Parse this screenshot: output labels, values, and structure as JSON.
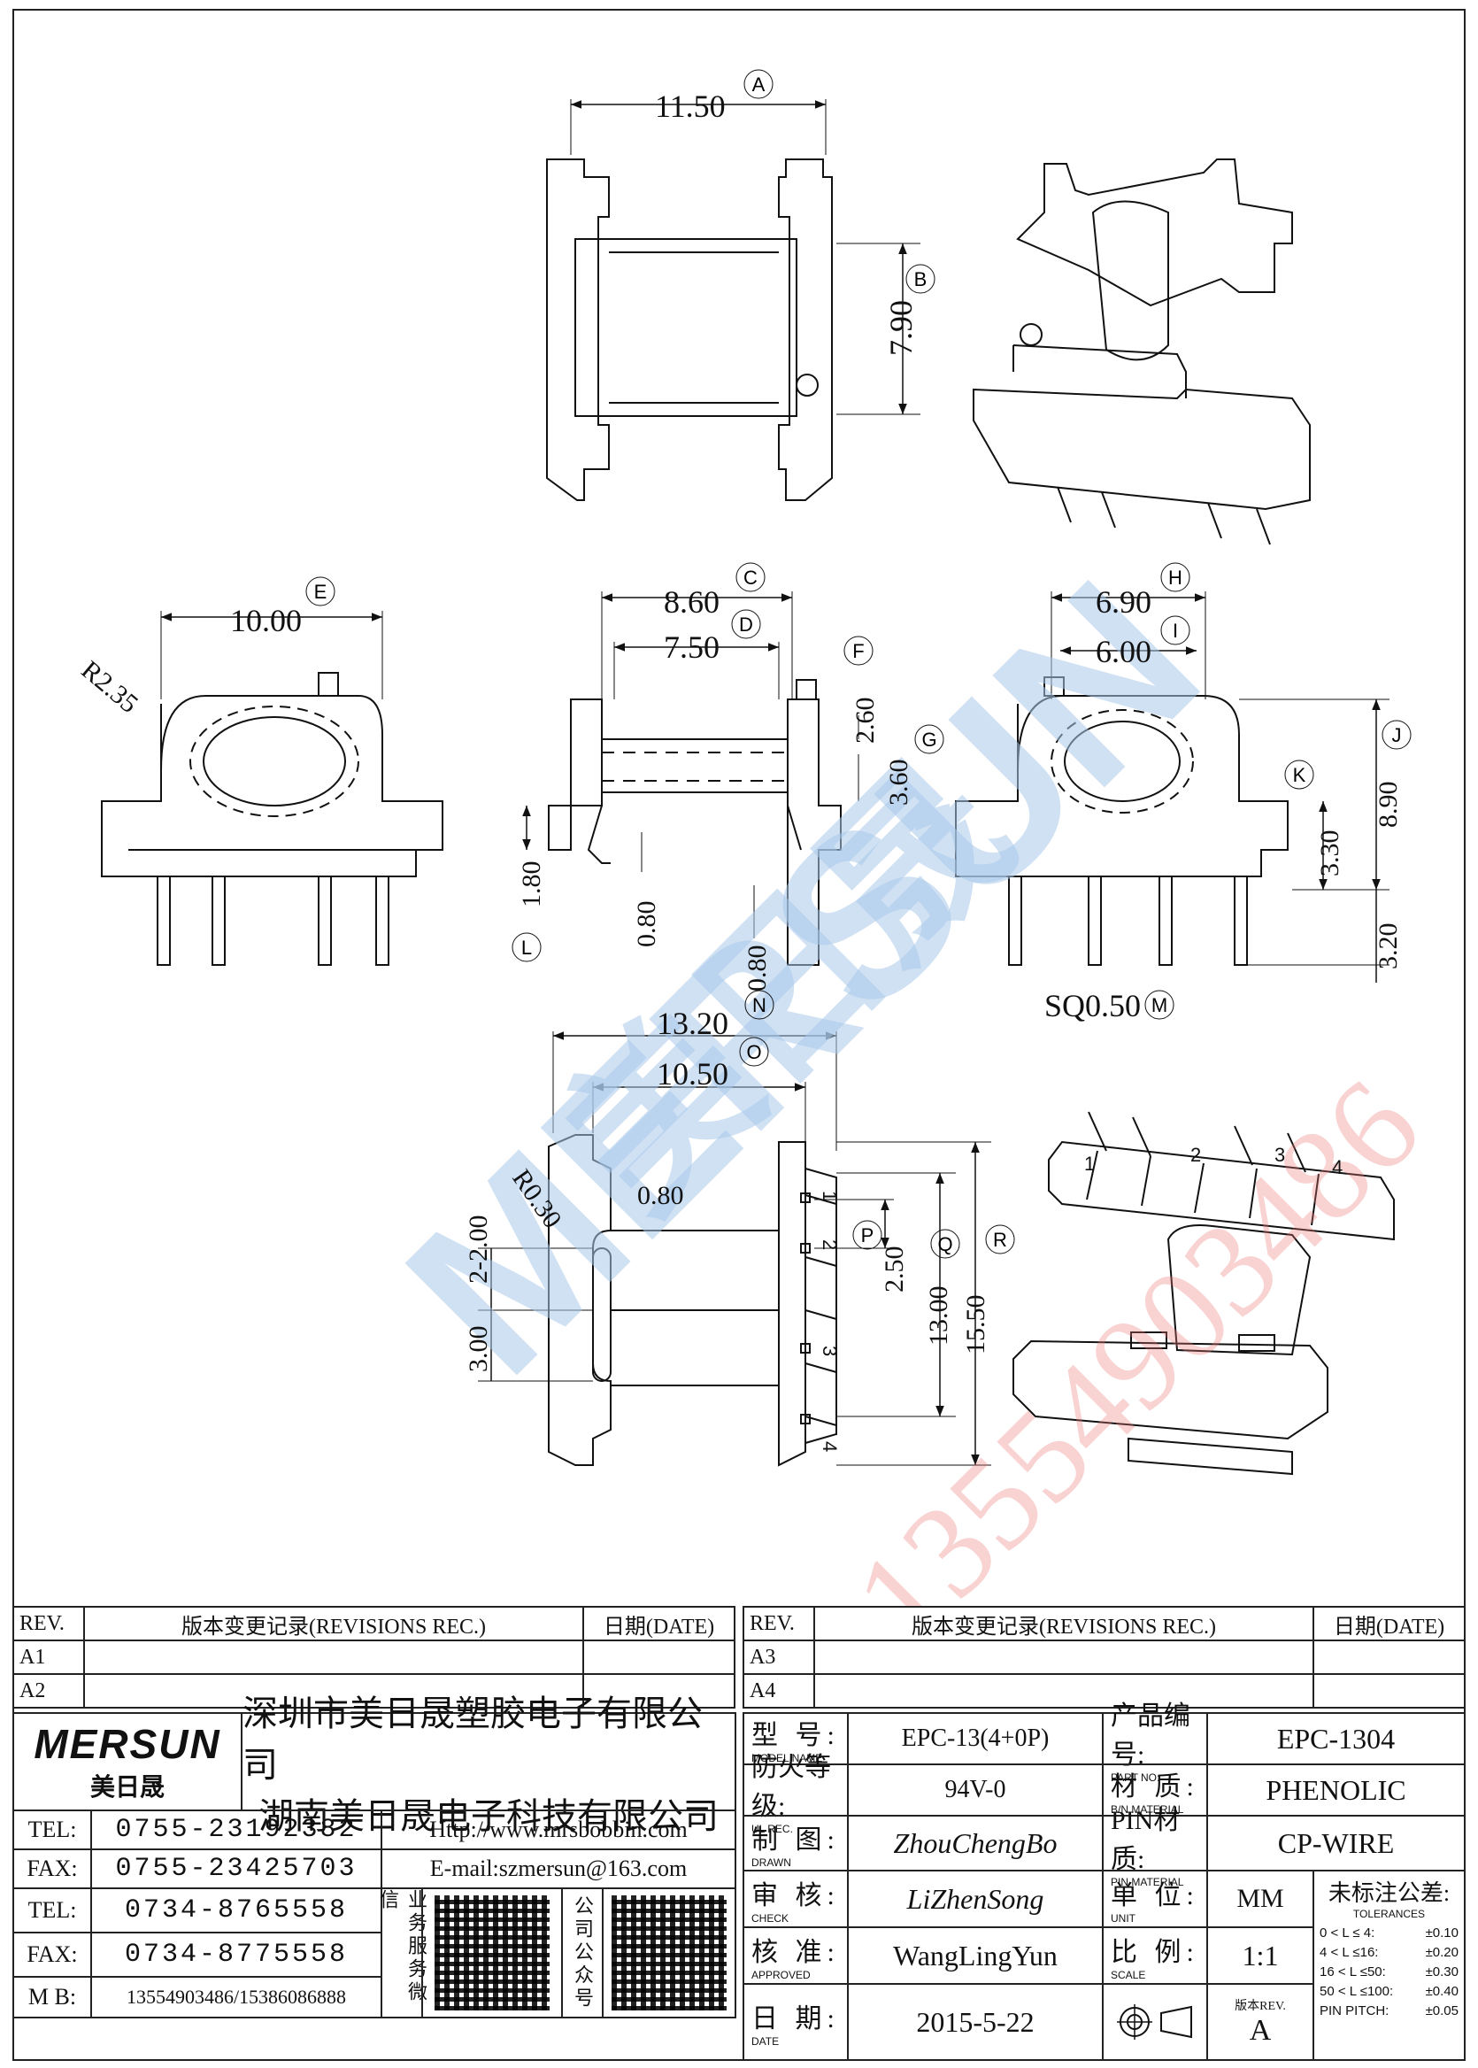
{
  "dimensions": {
    "A": "11.50",
    "B": "7.90",
    "C": "8.60",
    "D": "7.50",
    "E": "10.00",
    "F": "2.60",
    "G": "3.60",
    "H": "6.90",
    "I": "6.00",
    "J": "8.90",
    "K": "3.30",
    "L": "1.80",
    "M": "SQ0.50",
    "N": "0.80",
    "O": "10.50",
    "P": "2.50",
    "Q": "13.00",
    "R": "15.50",
    "top_width": "13.20",
    "radius1": "R2.35",
    "radius2": "R0.30",
    "pin_offset": "0.80",
    "low_080": "0.80",
    "pin_len": "3.20",
    "pitch_a": "2-2.00",
    "pitch_b": "3.00"
  },
  "letters": {
    "A": "A",
    "B": "B",
    "C": "C",
    "D": "D",
    "E": "E",
    "F": "F",
    "G": "G",
    "H": "H",
    "I": "I",
    "J": "J",
    "K": "K",
    "L": "L",
    "M": "M",
    "N": "N",
    "O": "O",
    "P": "P",
    "Q": "Q",
    "R": "R"
  },
  "pins": [
    "1",
    "2",
    "3",
    "4"
  ],
  "watermark": {
    "brand": "MERSUN",
    "brand_cn": "美日晟",
    "phone": "13554903486"
  },
  "revisions_left": {
    "h_rev": "REV.",
    "h_rec": "版本变更记录(REVISIONS REC.)",
    "h_date": "日期(DATE)",
    "rows": [
      "A1",
      "A2"
    ]
  },
  "revisions_right": {
    "h_rev": "REV.",
    "h_rec": "版本变更记录(REVISIONS REC.)",
    "h_date": "日期(DATE)",
    "rows": [
      "A3",
      "A4"
    ]
  },
  "company": {
    "logo": "MERSUN",
    "logo_cn": "美日晟",
    "name1": "深圳市美日晟塑胶电子有限公司",
    "name2": "湖南美日晟电子科技有限公司",
    "tel1_label": "TEL:",
    "tel1": "0755-23192382",
    "fax1_label": "FAX:",
    "fax1": "0755-23425703",
    "tel2_label": "TEL:",
    "tel2": "0734-8765558",
    "fax2_label": "FAX:",
    "fax2": "0734-8775558",
    "mb_label": "M B:",
    "mb": "13554903486/15386086888",
    "web": "Http://www.mrsbobbin.com",
    "email": "E-mail:szmersun@163.com",
    "qr1_label": "业务服务微信",
    "qr2_label": "公司公众号"
  },
  "info": {
    "model_cn": "型 号:",
    "model_en": "MODEL NAME",
    "model": "EPC-13(4+0P)",
    "part_cn": "产品编号:",
    "part_en": "PART NO:",
    "part": "EPC-1304",
    "ul_cn": "防火等级:",
    "ul_en": "UL REC.",
    "ul": "94V-0",
    "mat_cn": "材 质:",
    "mat_en": "B/N MATERIAL",
    "mat": "PHENOLIC",
    "draw_cn": "制 图:",
    "draw_en": "DRAWN",
    "drawn": "ZhouChengBo",
    "pin_cn": "PIN材质:",
    "pin_en": "PIN MATERIAL",
    "pin": "CP-WIRE",
    "check_cn": "审 核:",
    "check_en": "CHECK",
    "check": "LiZhenSong",
    "unit_cn": "单 位:",
    "unit_en": "UNIT",
    "unit": "MM",
    "tol_cn": "未标注公差:",
    "tol_en": "TOLERANCES",
    "appr_cn": "核 准:",
    "appr_en": "APPROVED",
    "approved": "WangLingYun",
    "scale_cn": "比 例:",
    "scale_en": "SCALE",
    "scale": "1:1",
    "date_cn": "日 期:",
    "date_en": "DATE",
    "date": "2015-5-22",
    "ver_cn": "版本REV.",
    "ver": "A",
    "tolerances": [
      {
        "range": "0 < L ≤ 4:",
        "value": "±0.10"
      },
      {
        "range": "4 < L ≤16:",
        "value": "±0.20"
      },
      {
        "range": "16 < L ≤50:",
        "value": "±0.30"
      },
      {
        "range": "50 < L ≤100:",
        "value": "±0.40"
      },
      {
        "range": "PIN PITCH:",
        "value": "±0.05"
      }
    ]
  }
}
